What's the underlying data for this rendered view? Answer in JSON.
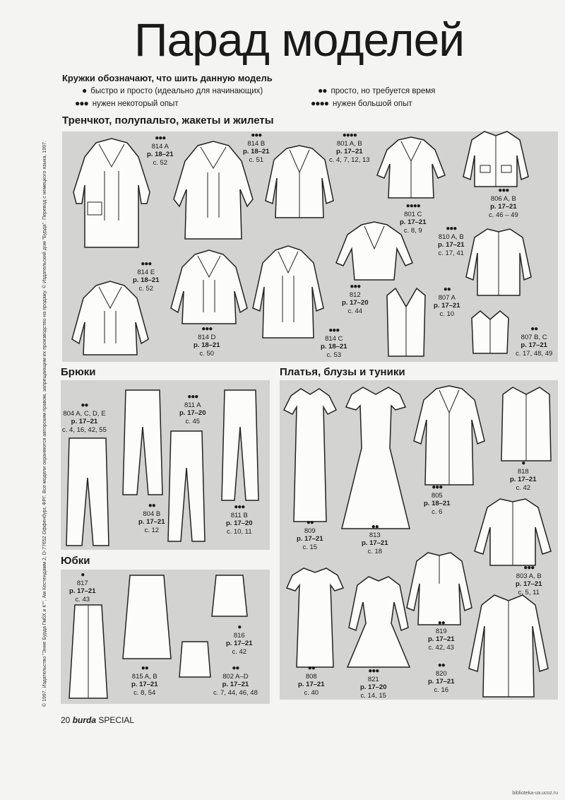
{
  "title": "Парад моделей",
  "legend": {
    "heading": "Кружки обозначают, что шить данную модель",
    "items": [
      {
        "dots": "●",
        "text": "быстро и просто (идеально для начинающих)"
      },
      {
        "dots": "●●",
        "text": "просто, но требуется время"
      },
      {
        "dots": "●●●",
        "text": "нужен некоторый опыт"
      },
      {
        "dots": "●●●●",
        "text": "нужен большой опыт"
      }
    ]
  },
  "sections": {
    "coats": "Тренчкот, полупальто, жакеты и жилеты",
    "trousers": "Брюки",
    "skirts": "Юбки",
    "dresses": "Платья, блузы и туники"
  },
  "models": [
    {
      "dots": "●●●",
      "num": "814 A",
      "size": "р. 18–21",
      "page": "с. 52"
    },
    {
      "dots": "●●●",
      "num": "814 B",
      "size": "р. 18–21",
      "page": "с. 51"
    },
    {
      "dots": "●●●●",
      "num": "801 A, B",
      "size": "р. 17–21",
      "page": "с. 4, 7, 12, 13"
    },
    {
      "dots": "●●●",
      "num": "806 A, B",
      "size": "р. 17–21",
      "page": "с. 46 – 49"
    },
    {
      "dots": "●●●●",
      "num": "801 C",
      "size": "р. 17–21",
      "page": "с. 8, 9"
    },
    {
      "dots": "●●●",
      "num": "810 A, B",
      "size": "р. 17–21",
      "page": "с. 17, 41"
    },
    {
      "dots": "●●●",
      "num": "814 E",
      "size": "р. 18–21",
      "page": "с. 52"
    },
    {
      "dots": "●●●",
      "num": "812",
      "size": "р. 17–20",
      "page": "с. 44"
    },
    {
      "dots": "●●",
      "num": "807 A",
      "size": "р. 17–21",
      "page": "с. 10"
    },
    {
      "dots": "●●●",
      "num": "814 D",
      "size": "р. 18–21",
      "page": "с. 50"
    },
    {
      "dots": "●●●",
      "num": "814 C",
      "size": "р. 18–21",
      "page": "с. 53"
    },
    {
      "dots": "●●",
      "num": "807 B, C",
      "size": "р. 17–21",
      "page": "с. 17, 48, 49"
    },
    {
      "dots": "●●",
      "num": "804 A, C, D, E",
      "size": "р. 17–21",
      "page": "с. 4, 16, 42, 55"
    },
    {
      "dots": "●●●",
      "num": "811 A",
      "size": "р. 17–20",
      "page": "с. 45"
    },
    {
      "dots": "●●",
      "num": "804 B",
      "size": "р. 17–21",
      "page": "с. 12"
    },
    {
      "dots": "●●●",
      "num": "811 B",
      "size": "р. 17–20",
      "page": "с. 10, 11"
    },
    {
      "dots": "●",
      "num": "817",
      "size": "р. 17–21",
      "page": "с. 43"
    },
    {
      "dots": "●",
      "num": "816",
      "size": "р. 17–21",
      "page": "с. 42"
    },
    {
      "dots": "●●",
      "num": "815 A, B",
      "size": "р. 17–21",
      "page": "с. 8, 54"
    },
    {
      "dots": "●●",
      "num": "802 A–D",
      "size": "р. 17–21",
      "page": "с. 7, 44, 46, 48"
    },
    {
      "dots": "●",
      "num": "818",
      "size": "р. 17–21",
      "page": "с. 42"
    },
    {
      "dots": "●●●",
      "num": "805",
      "size": "р. 18–21",
      "page": "с. 6"
    },
    {
      "dots": "●●",
      "num": "809",
      "size": "р. 17–21",
      "page": "с. 15"
    },
    {
      "dots": "●●",
      "num": "813",
      "size": "р. 17–21",
      "page": "с. 18"
    },
    {
      "dots": "●●●",
      "num": "803 A, B",
      "size": "р. 17–21",
      "page": "с. 5, 11"
    },
    {
      "dots": "●●",
      "num": "819",
      "size": "р. 17–21",
      "page": "с. 42, 43"
    },
    {
      "dots": "●●",
      "num": "808",
      "size": "р. 17–21",
      "page": "с. 40"
    },
    {
      "dots": "●●●",
      "num": "821",
      "size": "р. 17–20",
      "page": "с. 14, 15"
    },
    {
      "dots": "●●",
      "num": "820",
      "size": "р. 17–21",
      "page": "с. 16"
    }
  ],
  "side_text": "© 1997. Издательство \"Энне Бурда ГмбХ и К°\", Ам Кестендамм 2, D-77652 Оффенбург, ФРГ. Все модели охраняются авторским правом, запрещающим их производство на продажу. © Издательский дом \"Бурда\". Перевод с немецкого языка, 1997.",
  "footer": {
    "page": "20",
    "brand": "burda",
    "suffix": "SPECIAL"
  },
  "watermark": "biblioteka-ua.ucoz.ru"
}
